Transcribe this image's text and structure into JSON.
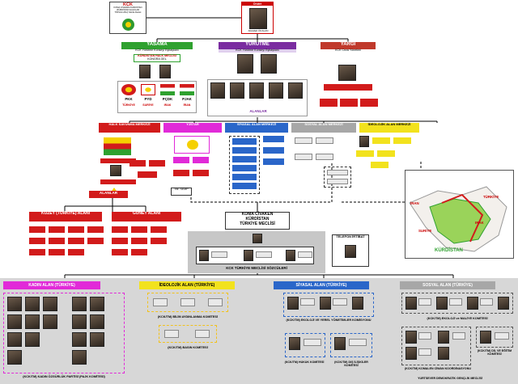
{
  "top": {
    "kck_title": "KCK",
    "kck_sub": "KOMA CIVAKÊN KURDISTAN (KÜRDİSTAN HALKLAR TOPLULUĞU) Sözde Devlet",
    "leader_label": "Önder",
    "leader_name": "Abdullah ÖCALAN"
  },
  "branches": {
    "yasama": {
      "title": "YASAMA",
      "sub": "KCK Yürütme Konseyi Eşbaşkanı",
      "council": "KÜRDİSTAN HALK MECLİSİ",
      "council_sub": "KONGRA GEL"
    },
    "yurutme": {
      "title": "YÜRÜTME",
      "sub": "KCK Yürütme Konseyi Eşbaşkanı"
    },
    "yargi": {
      "title": "YARGI",
      "sub": "KCK Ceza Yönetimi"
    }
  },
  "parties": [
    "PKK",
    "PYD",
    "PÇDK",
    "PJAK"
  ],
  "party_countries": [
    "TÜRKİYE",
    "SURİYE",
    "IRAK",
    "İRAN"
  ],
  "alanlar_top": "ALANLAR",
  "center_boxes": [
    {
      "label": "HALK SAVUNMA MERKEZİ"
    },
    {
      "label": "YJSTAR"
    },
    {
      "label": "SİYASAL ALAN MERKEZİ"
    },
    {
      "label": "SOSYAL ALAN MERKEZİ"
    },
    {
      "label": "İDEOLOJİK ALAN MERKEZİ"
    }
  ],
  "regions": {
    "alanlar": "ALANLAR",
    "kuzey": "KUZEY (TÜRKİYE) ALANI",
    "guney": "GÜNEY ALANI",
    "ysdm_label": "Yar. SEMP"
  },
  "assembly": {
    "line1": "KOMA CİVAKEN",
    "line2": "KÜRDİSTAN",
    "line3": "TÜRKİYE MECLİSİ",
    "caption": "KCK TÜRKİYE MECLİSİ SÖZCÜLERİ",
    "telefon": "TELEFON İRTİBAT"
  },
  "map": {
    "label": "KÜRDİSTAN",
    "countries": [
      "İRAN",
      "IRAK",
      "SURİYE",
      "TÜRKİYE"
    ]
  },
  "bottom": {
    "kadin": {
      "title": "KADIN ALAN (TÜRKİYE)",
      "footer": "(KCK/TM) KADIN ÖZGÜRLÜK PARTİSİ (PAJK KOMİTESİ)"
    },
    "ideolojik": {
      "title": "İDEOLOJİK ALAN (TÜRKİYE)",
      "committee1": "(KCK/TM) BİLİM AYDINLANMA KOMİTESİ",
      "committee2": "(KCK/TM) BASIN KOMİTESİ"
    },
    "siyasal": {
      "title": "SİYASAL ALAN (TÜRKİYE)",
      "committee1": "(KCK/TM) EKOLOJİ VE YEREL YÖNETİMLER KOMİSYONU",
      "committee2": "(KCK/TM) HUKUK KOMİTESİ",
      "committee3": "(KCK/TM) DIŞ İLİŞKİLER KOMİTESİ"
    },
    "sosyal": {
      "title": "SOSYAL ALAN (TÜRKİYE)",
      "committee1": "(KCK/TM) EKOLOJİ ve MALİYE KOMİTESİ",
      "committee2": "(KCK/TM) KOMALEN CİWAN KOORDİNASYONU",
      "committee3": "(KCK/TM) DİL VE EĞİTİM KOMİTESİ",
      "footer": "YURTSEVER DEMOKRATİK GENÇLİK MECLİSİ"
    }
  },
  "colors": {
    "yasama": "#2fa12f",
    "yurutme": "#7a2ca0",
    "yargi": "#c0392b",
    "red": "#d21b1b",
    "magenta": "#e12ad8",
    "blue": "#2a66c9",
    "gray": "#a7a7a7",
    "yellow": "#f2e21d"
  }
}
